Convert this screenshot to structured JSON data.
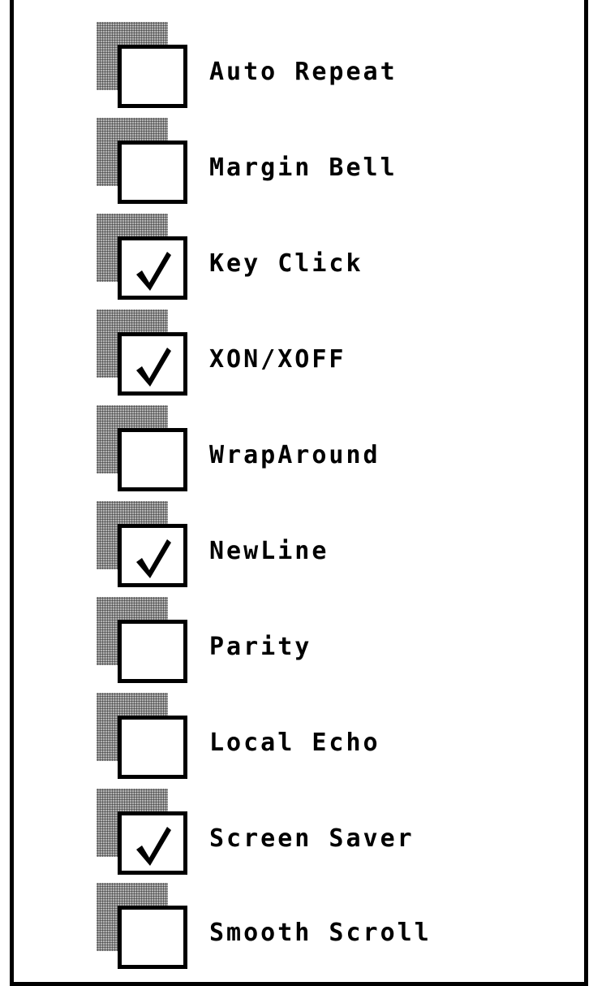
{
  "options": [
    {
      "label": "Auto Repeat",
      "checked": false
    },
    {
      "label": "Margin Bell",
      "checked": false
    },
    {
      "label": "Key Click",
      "checked": true
    },
    {
      "label": "XON/XOFF",
      "checked": true
    },
    {
      "label": "WrapAround",
      "checked": false
    },
    {
      "label": "NewLine",
      "checked": true
    },
    {
      "label": "Parity",
      "checked": false
    },
    {
      "label": "Local Echo",
      "checked": false
    },
    {
      "label": "Screen Saver",
      "checked": true
    },
    {
      "label": "Smooth Scroll",
      "checked": false
    }
  ]
}
